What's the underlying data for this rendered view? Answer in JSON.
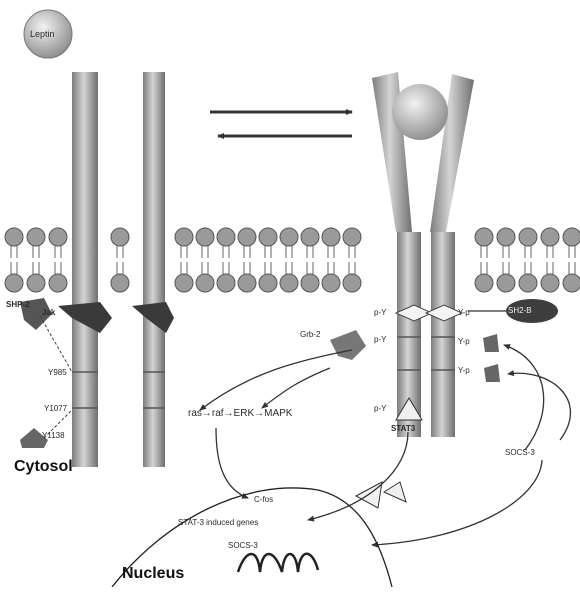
{
  "ligand": {
    "label": "Leptin"
  },
  "compartments": {
    "cytosol": "Cytosol",
    "nucleus": "Nucleus"
  },
  "receptor": {
    "jak": "Jak",
    "shp2": "SHP-2",
    "residues": [
      "Y985",
      "Y1077",
      "Y1138"
    ],
    "phospho": [
      "p-Y",
      "p-Y",
      "p-Y",
      "Y-p",
      "Y-p",
      "Y-p"
    ],
    "grb2": "Grb-2",
    "stat3": "STAT3",
    "socs3": "SOCS-3",
    "sh2b": "SH2-B"
  },
  "pathway": {
    "mapk": "ras→raf→ERK→MAPK"
  },
  "nucleus_genes": [
    "C-fos",
    "STAT-3 induced genes",
    "SOCS-3"
  ]
}
